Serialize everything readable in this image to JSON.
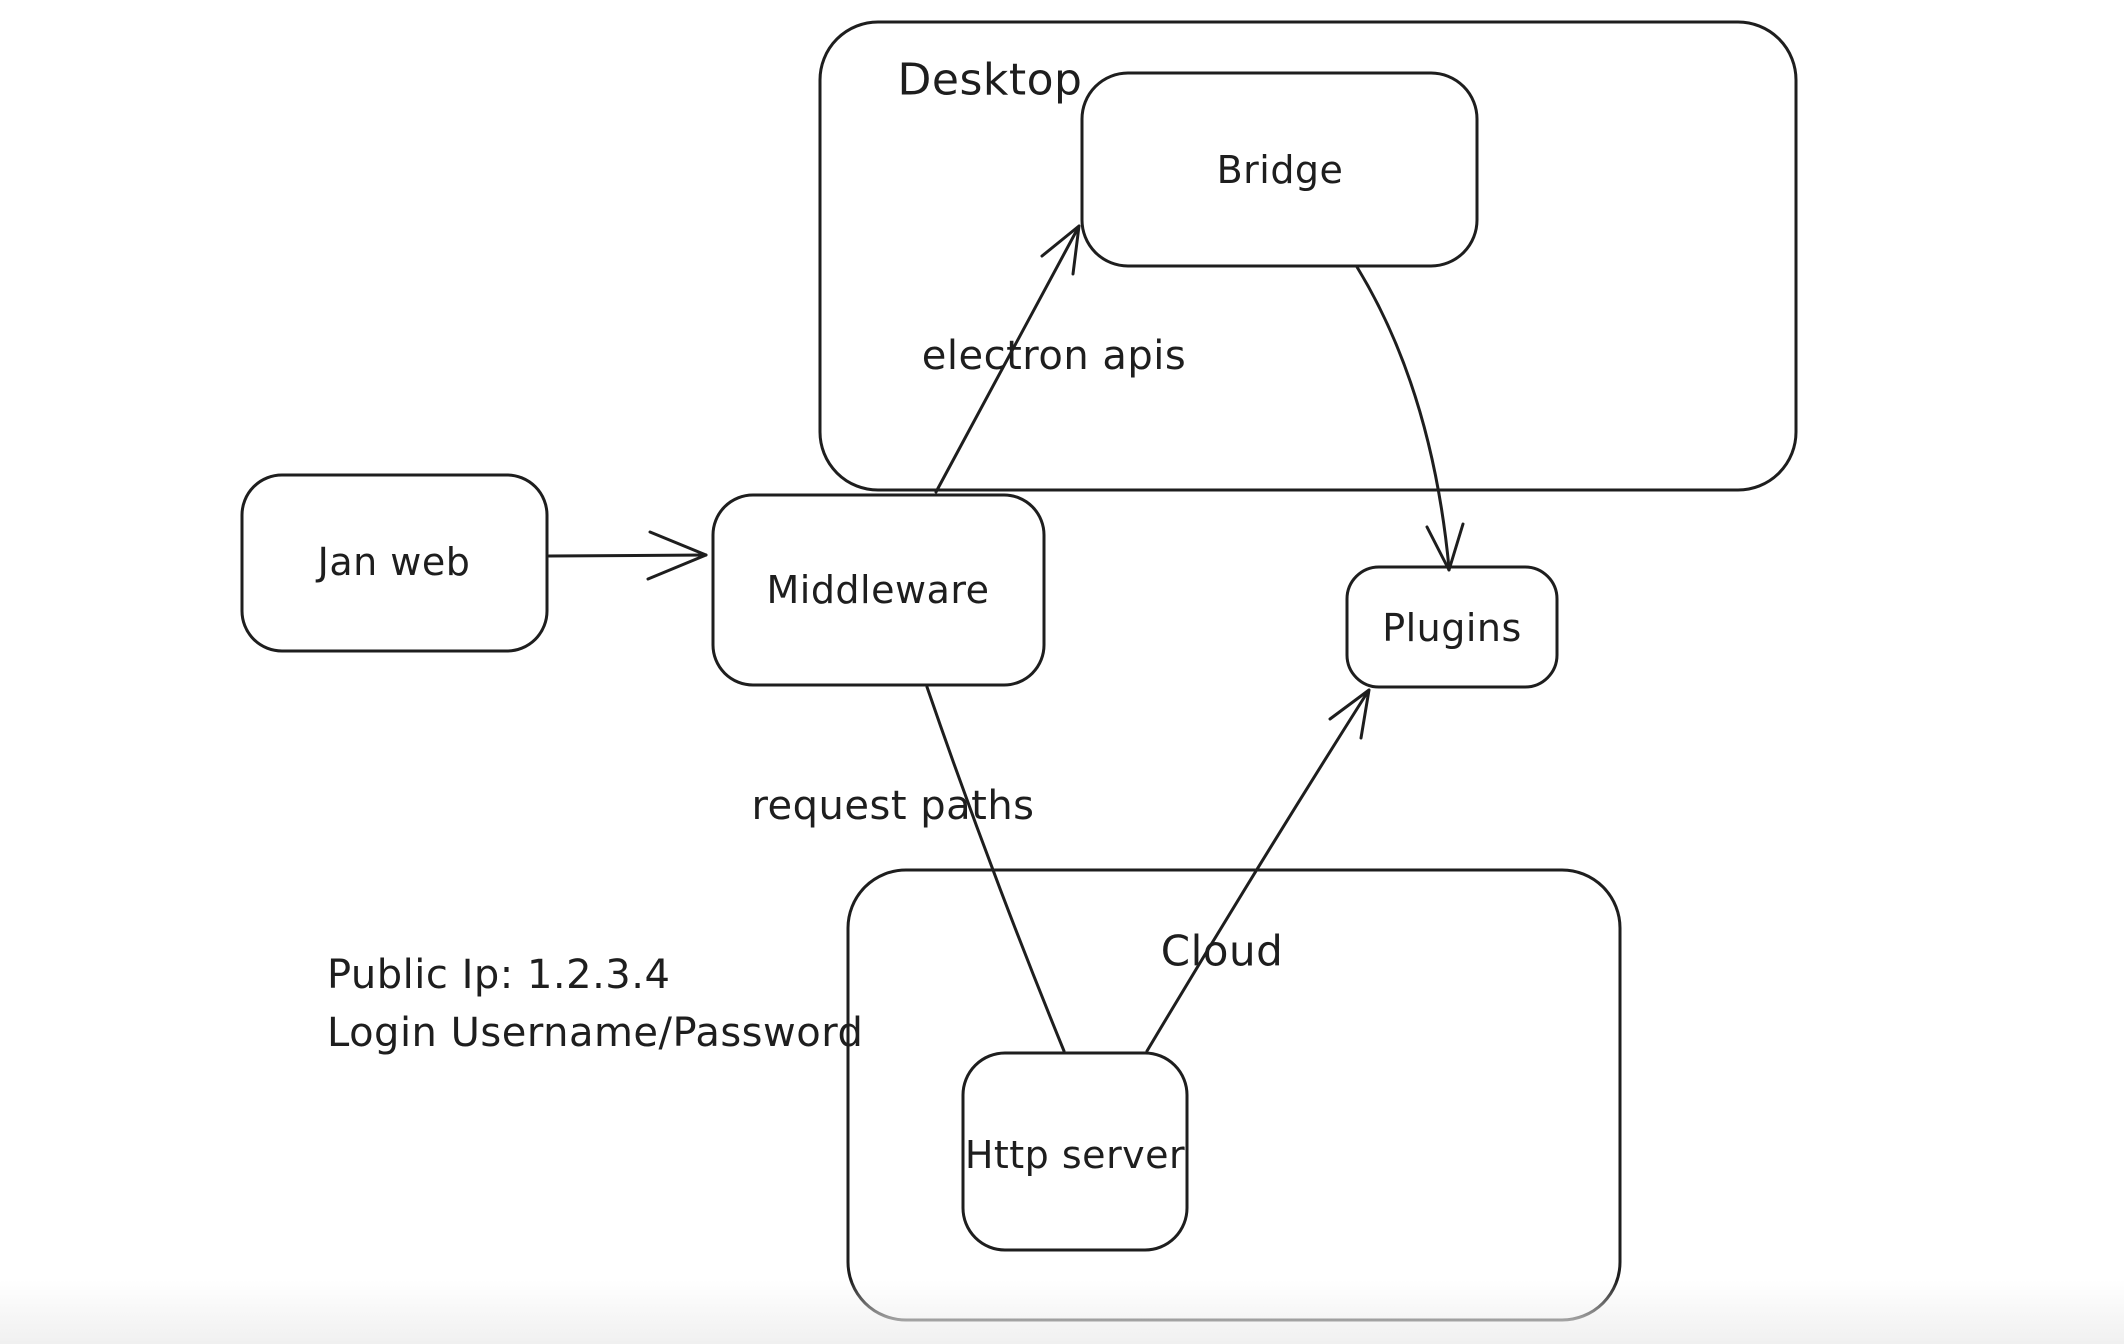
{
  "canvas": {
    "background": "#ffffff",
    "stroke_color": "#1e1e1e",
    "bottom_fade_color": "#f0f0f0"
  },
  "containers": {
    "desktop": {
      "label": "Desktop"
    },
    "cloud": {
      "label": "Cloud"
    }
  },
  "nodes": {
    "jan_web": {
      "label": "Jan web"
    },
    "middleware": {
      "label": "Middleware"
    },
    "bridge": {
      "label": "Bridge"
    },
    "plugins": {
      "label": "Plugins"
    },
    "http_server": {
      "label": "Http server"
    }
  },
  "edges": [
    {
      "id": "jan-web-to-middleware",
      "from": "Jan web",
      "to": "Middleware",
      "label": "",
      "arrowhead": true
    },
    {
      "id": "middleware-to-bridge",
      "from": "Middleware",
      "to": "Bridge",
      "label": "electron apis",
      "arrowhead": true
    },
    {
      "id": "bridge-to-plugins",
      "from": "Bridge",
      "to": "Plugins",
      "label": "",
      "arrowhead": true
    },
    {
      "id": "middleware-to-http-server",
      "from": "Middleware",
      "to": "Http server",
      "label": "request paths",
      "arrowhead": false
    },
    {
      "id": "http-server-to-plugins",
      "from": "Http server",
      "to": "Plugins",
      "label": "",
      "arrowhead": true
    }
  ],
  "annotations": {
    "public_ip": "Public Ip: 1.2.3.4",
    "login": "Login Username/Password"
  }
}
